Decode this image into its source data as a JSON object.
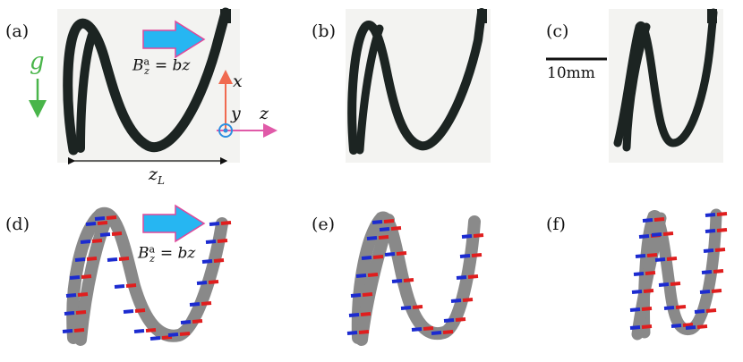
{
  "figure": {
    "panel_labels": [
      "(a)",
      "(b)",
      "(c)",
      "(d)",
      "(e)",
      "(f)"
    ],
    "gravity_label": "g",
    "field_label_a": "B",
    "field_label_b": "B",
    "field_sup": "a",
    "field_sub": "z",
    "field_rhs": "= bz",
    "axis_x": "x",
    "axis_y": "y",
    "axis_z": "z",
    "zl_main": "z",
    "zl_sub": "L",
    "scale_bar": "10mm"
  },
  "colors": {
    "arrow_blue": "#26b6f2",
    "arrow_outline": "#e0489a",
    "gravity_green": "#49b54a",
    "axis_red": "#f06a50",
    "axis_pink": "#e05aa8",
    "coil_dark": "#1c2422",
    "sim_rod": "#7d7d7d",
    "dipole_red": "#e01e1e",
    "dipole_blue": "#1c2bd0"
  }
}
